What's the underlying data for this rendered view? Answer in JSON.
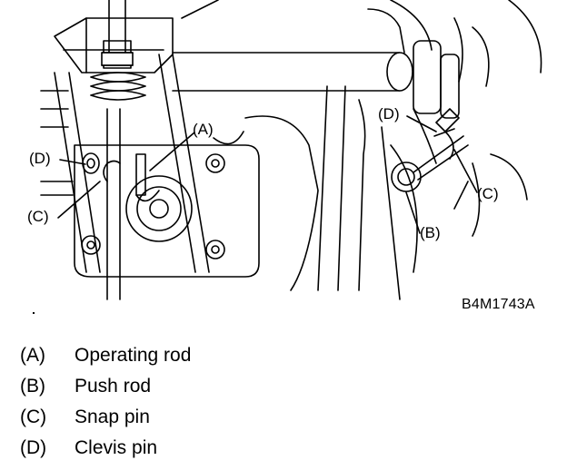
{
  "figure": {
    "callouts": {
      "A": "(A)",
      "B": "(B)",
      "C": "(C)",
      "D": "(D)"
    },
    "figure_id": "B4M1743A"
  },
  "legend": [
    {
      "key": "(A)",
      "text": "Operating rod"
    },
    {
      "key": "(B)",
      "text": "Push rod"
    },
    {
      "key": "(C)",
      "text": "Snap pin"
    },
    {
      "key": "(D)",
      "text": "Clevis pin"
    }
  ]
}
